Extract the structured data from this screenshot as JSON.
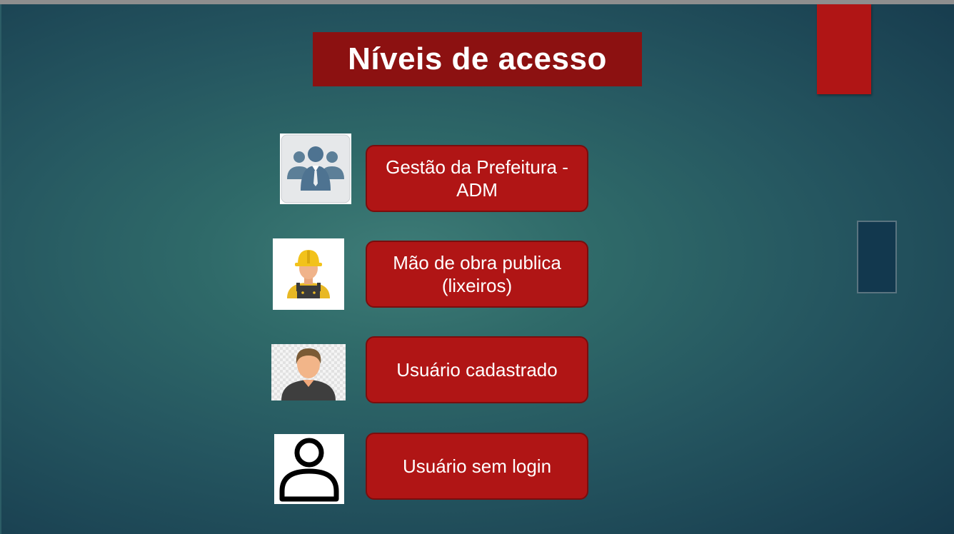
{
  "slide": {
    "title": "Níveis de acesso"
  },
  "access_levels": [
    {
      "label": "Gestão da Prefeitura -\nADM",
      "icon": "group-management-icon"
    },
    {
      "label": "Mão de  obra publica\n(lixeiros)",
      "icon": "worker-hardhat-icon"
    },
    {
      "label": "Usuário cadastrado",
      "icon": "user-avatar-icon"
    },
    {
      "label": "Usuário sem login",
      "icon": "user-outline-icon"
    }
  ],
  "colors": {
    "title_bg": "#8c1111",
    "button_bg": "#b01515",
    "background": "#2f6a69"
  }
}
